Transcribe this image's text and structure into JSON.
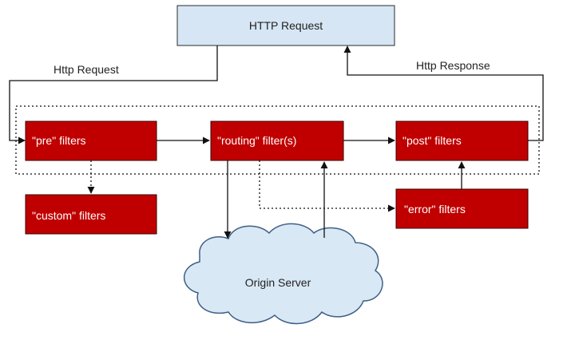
{
  "nodes": {
    "http_request_box": "HTTP Request",
    "pre_filters": "\"pre\" filters",
    "routing_filters": "\"routing\" filter(s)",
    "post_filters": "\"post\" filters",
    "custom_filters": "\"custom\" filters",
    "error_filters": "\"error\" filters",
    "origin_server": "Origin Server"
  },
  "edge_labels": {
    "http_request": "Http Request",
    "http_response": "Http Response"
  },
  "colors": {
    "filter_fill": "#c00000",
    "filter_stroke": "#3a0000",
    "request_fill": "#d6e6f4",
    "request_stroke": "#2b2b2b",
    "cloud_fill": "#d9e8f5",
    "cloud_stroke": "#3f5f86",
    "line": "#111111"
  }
}
